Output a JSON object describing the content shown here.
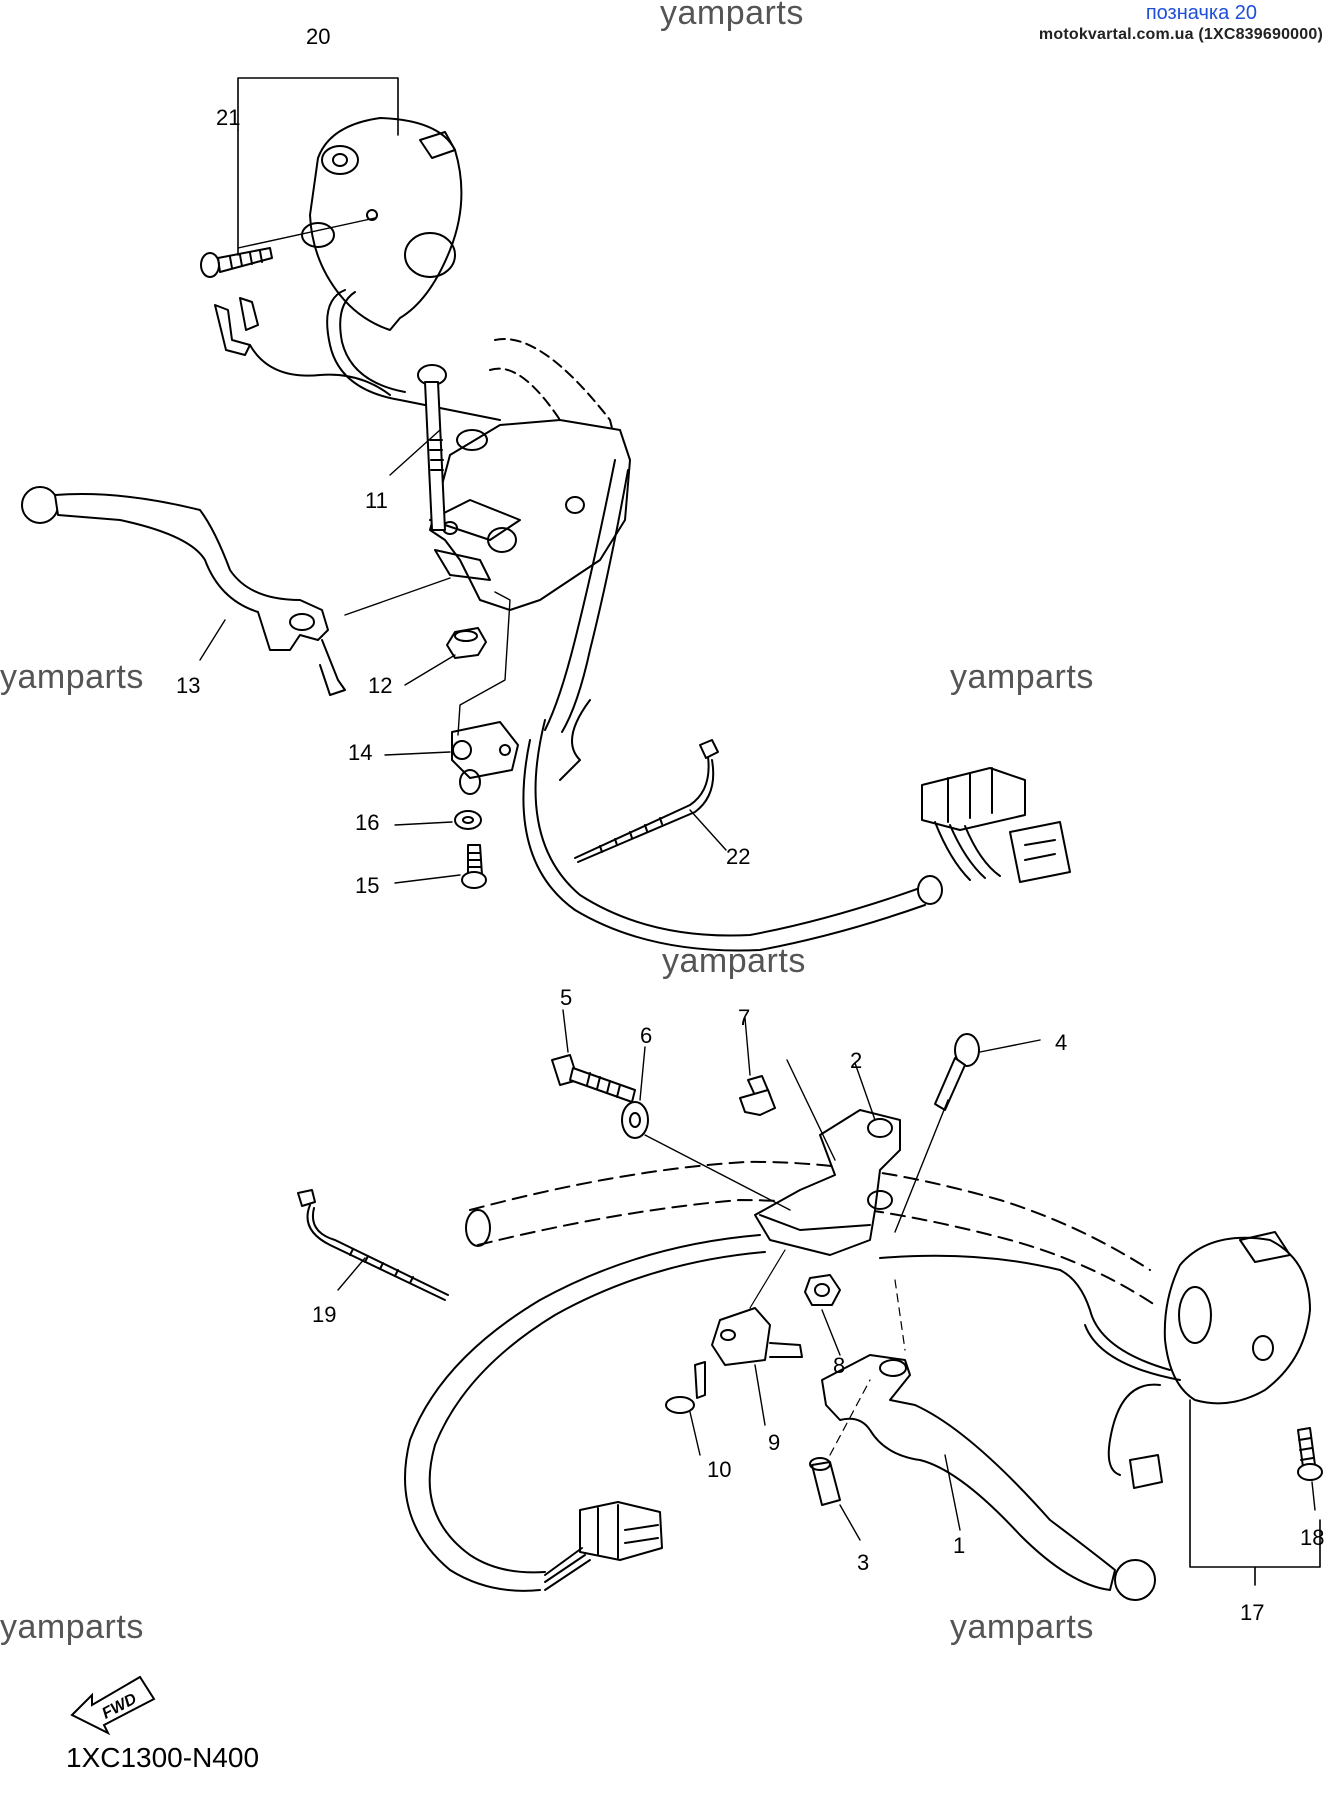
{
  "header": {
    "label": "позначка 20",
    "source": "motokvartal.com.ua (1XC839690000)"
  },
  "watermark": "yamparts",
  "callouts": {
    "c1": "1",
    "c2": "2",
    "c3": "3",
    "c4": "4",
    "c5": "5",
    "c6": "6",
    "c7": "7",
    "c8": "8",
    "c9": "9",
    "c10": "10",
    "c11": "11",
    "c12": "12",
    "c13": "13",
    "c14": "14",
    "c15": "15",
    "c16": "16",
    "c17": "17",
    "c18": "18",
    "c19": "19",
    "c20": "20",
    "c21": "21",
    "c22": "22"
  },
  "fwd_label": "FWD",
  "diagram_code": "1XC1300-N400",
  "colors": {
    "line": "#000000",
    "watermark": "#555555",
    "header_link": "#1e4fd8"
  }
}
